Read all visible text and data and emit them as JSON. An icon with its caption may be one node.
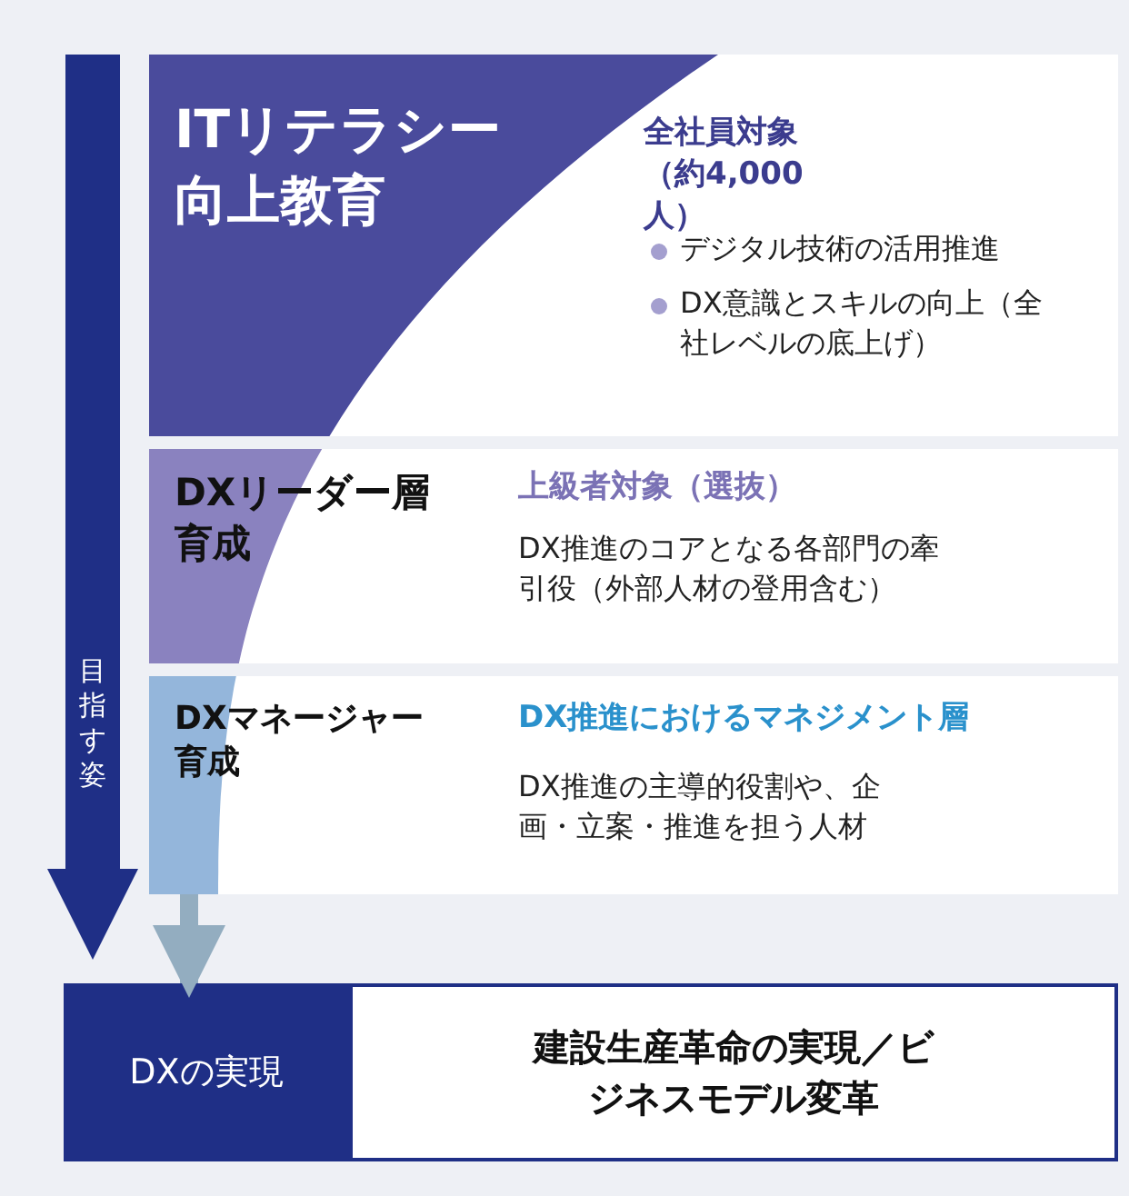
{
  "diagram": {
    "nodes": [
      {
        "text": [
          "ITリテラシー向上教育",
          "全社員対象（約4,000人）",
          "デジタル技術の活用推進",
          "DX意識とスキルの向上（全社レベルの底上げ）"
        ]
      },
      {
        "text": [
          "DXリーダー層育成",
          "上級者対象（選抜）",
          "DX推進のコアとなる各部門の牽引役（外部人材の登用含む）"
        ]
      },
      {
        "text": [
          "DXマネージャー育成",
          "DX推進におけるマネジメント層",
          "DX推進の主導的役割や、企画・立案・推進を担う人材"
        ]
      },
      {
        "text": [
          "DXの実現"
        ]
      },
      {
        "text": [
          "建設生産革命の実現／ビジネスモデル変革"
        ]
      }
    ],
    "edges": [
      {
        "from": 2,
        "to": 3,
        "arrow": "to",
        "color": "#93adc0"
      }
    ],
    "labels": [
      "目指す姿"
    ]
  }
}
